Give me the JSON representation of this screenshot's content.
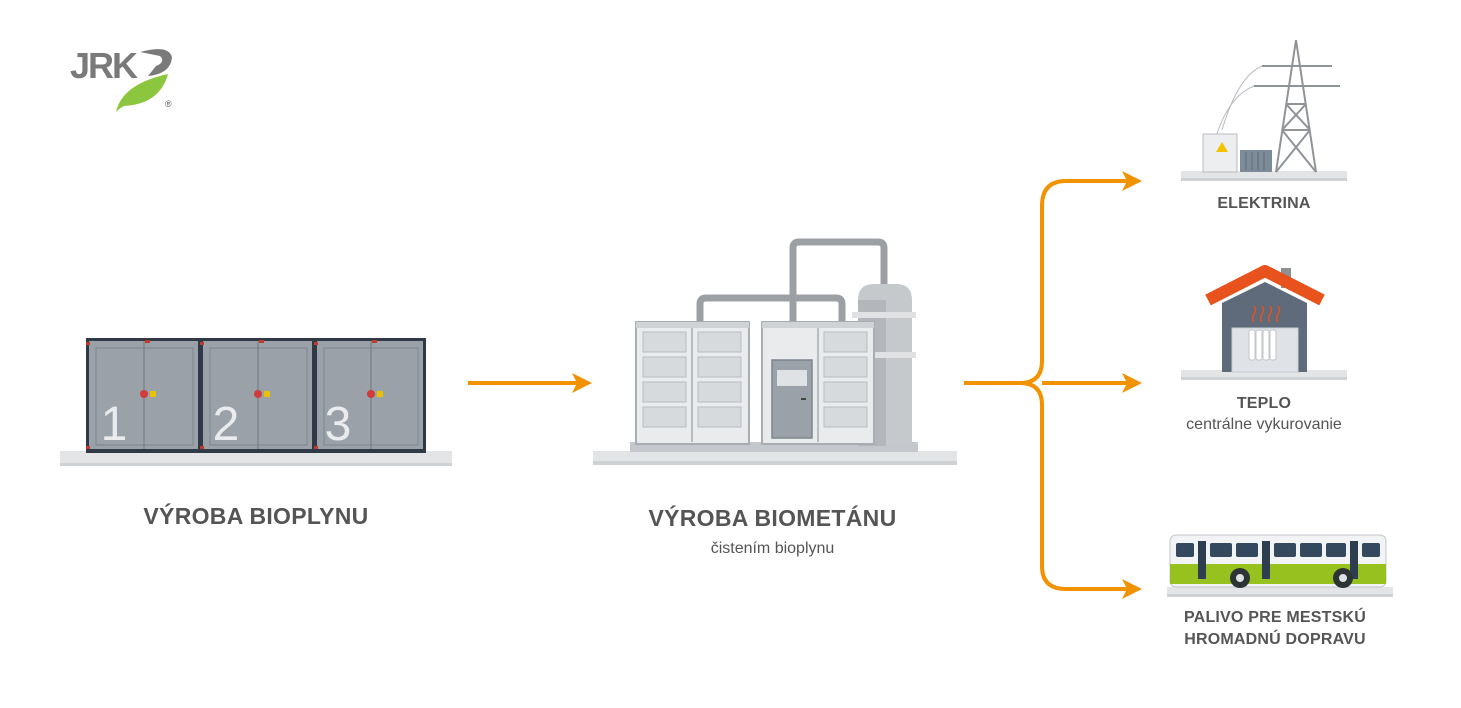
{
  "logo": {
    "text": "JRK",
    "registered": "®"
  },
  "colors": {
    "arrow": "#f39200",
    "leaf": "#8cc63f",
    "roof": "#e8521d",
    "container": "#9aa1a8",
    "bus_green": "#96c11f"
  },
  "stages": [
    {
      "title": "VÝROBA BIOPLYNU",
      "units": [
        "1",
        "2",
        "3"
      ]
    },
    {
      "title": "VÝROBA BIOMETÁNU",
      "subtitle": "čistením bioplynu"
    }
  ],
  "outputs": [
    {
      "title": "ELEKTRINA"
    },
    {
      "title": "TEPLO",
      "subtitle": "centrálne vykurovanie"
    },
    {
      "title_line1": "PALIVO PRE MESTSKÚ",
      "title_line2": "HROMADNÚ DOPRAVU"
    }
  ]
}
